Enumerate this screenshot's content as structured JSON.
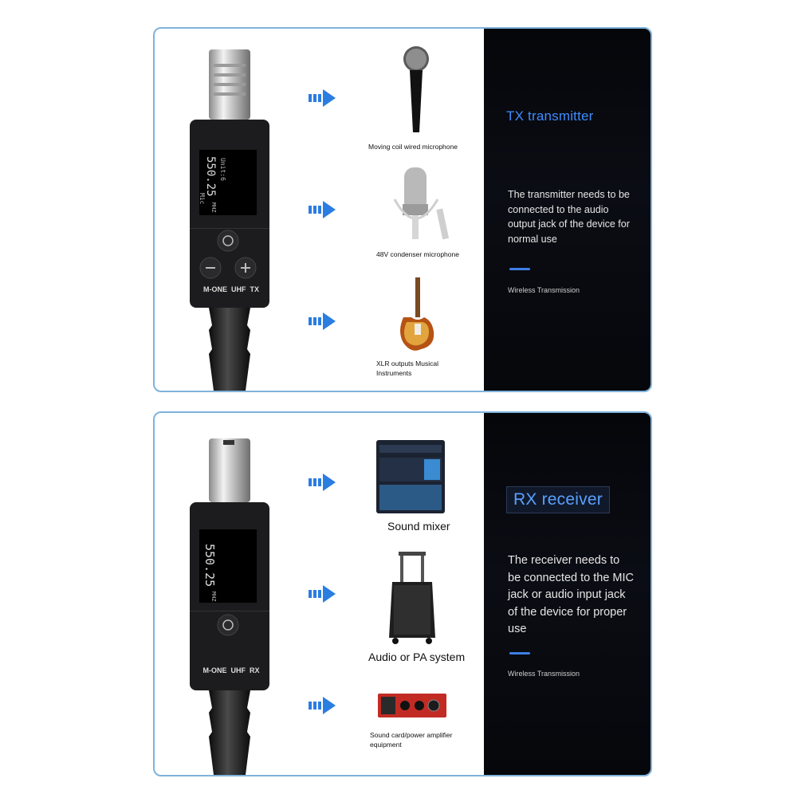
{
  "tx_panel": {
    "title": "TX transmitter",
    "description": "The transmitter needs to be connected to the audio output jack of the device for normal use",
    "footer": "Wireless Transmission",
    "device": {
      "freq": "550.25",
      "unit": "MHZ",
      "line1": "Unit:6",
      "line2": "Mic",
      "label": "M-ONE  UHF  TX"
    },
    "items": [
      {
        "label": "Moving coil wired microphone",
        "icon": "dynamic-microphone"
      },
      {
        "label": "48V condenser microphone",
        "icon": "condenser-microphone"
      },
      {
        "label": "XLR outputs Musical Instruments",
        "icon": "bass-guitar"
      }
    ]
  },
  "rx_panel": {
    "title": "RX receiver",
    "description": "The receiver needs to be connected to the MIC jack or audio input jack of the device for proper use",
    "footer": "Wireless Transmission",
    "device": {
      "freq": "550.25",
      "unit": "MHZ",
      "label": "M-ONE  UHF  RX"
    },
    "items": [
      {
        "label": "Sound mixer",
        "icon": "sound-mixer"
      },
      {
        "label": "Audio or PA system",
        "icon": "pa-speaker"
      },
      {
        "label": "Sound card/power amplifier equipment",
        "icon": "sound-card"
      }
    ]
  },
  "colors": {
    "accent_blue": "#3f8bff",
    "arrow_blue": "#2a7de1",
    "panel_border": "#7fb3dc",
    "dark_bg": "#07080c"
  }
}
